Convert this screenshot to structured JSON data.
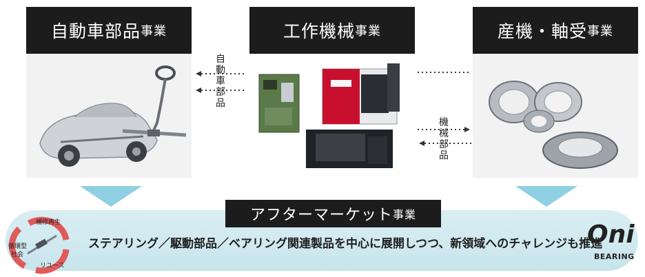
{
  "panels": {
    "auto": {
      "title": "自動車部品",
      "suffix": "事業"
    },
    "machine_tools": {
      "title": "工作機械",
      "suffix": "事業"
    },
    "bearings": {
      "title": "産機・軸受",
      "suffix": "事業"
    }
  },
  "connectors": {
    "left": "自動車部品",
    "right": "機械部品"
  },
  "aftermarket": {
    "title": "アフターマーケット",
    "suffix": "事業",
    "description": "ステアリング／駆動部品／ベアリング関連製品を中心に展開しつつ、新領域へのチャレンジも推進"
  },
  "cycle": {
    "top": "補修再生",
    "left_line1": "循環型",
    "left_line2": "社会",
    "bottom": "リユース"
  },
  "logo": {
    "word": "Oni",
    "sub": "BEARING"
  },
  "colors": {
    "band": "#cfe9ef",
    "header": "#1c1c1c",
    "arrow_red": "#e05a5a",
    "triangle": "#8fd0e2"
  }
}
